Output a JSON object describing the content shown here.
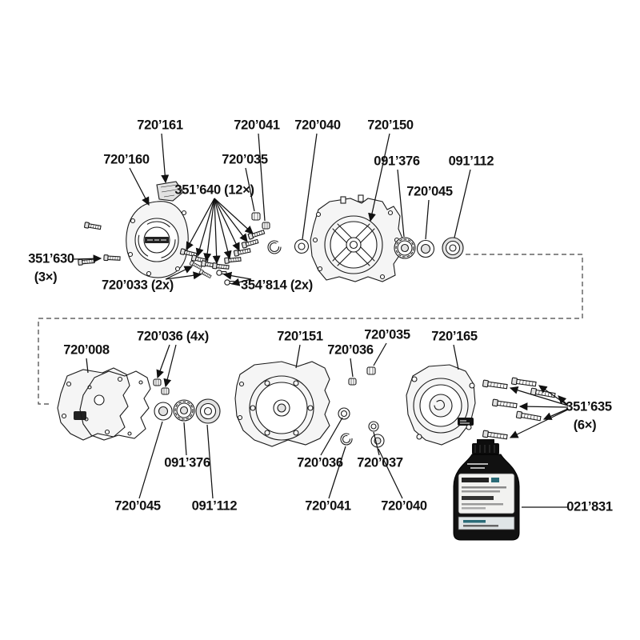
{
  "diagram": {
    "title": "engine-crankcase-exploded-parts-diagram",
    "colors": {
      "ink": "#1a1a1a",
      "background": "#ffffff",
      "bottle_black": "#111111",
      "bottle_label": "#f2f2f0",
      "accent_teal": "#2a6b77"
    },
    "labels": [
      {
        "text": "720’161"
      },
      {
        "text": "720’041"
      },
      {
        "text": "720’040"
      },
      {
        "text": "720’150"
      },
      {
        "text": "720’160"
      },
      {
        "text": "720’035"
      },
      {
        "text": "091’376"
      },
      {
        "text": "091’112"
      },
      {
        "text": "351’640 (12×)"
      },
      {
        "text": "720’045"
      },
      {
        "text": "351’630"
      },
      {
        "text": "(3×)"
      },
      {
        "text": "720’033 (2x)"
      },
      {
        "text": "354’814 (2x)"
      },
      {
        "text": "720’036 (4x)"
      },
      {
        "text": "720’151"
      },
      {
        "text": "720’035"
      },
      {
        "text": "720’165"
      },
      {
        "text": "720’008"
      },
      {
        "text": "720’036"
      },
      {
        "text": "351’635"
      },
      {
        "text": "(6×)"
      },
      {
        "text": "091’376"
      },
      {
        "text": "720’036"
      },
      {
        "text": "720’037"
      },
      {
        "text": "720’045"
      },
      {
        "text": "091’112"
      },
      {
        "text": "720’041"
      },
      {
        "text": "720’040"
      },
      {
        "text": "021’831"
      }
    ]
  }
}
